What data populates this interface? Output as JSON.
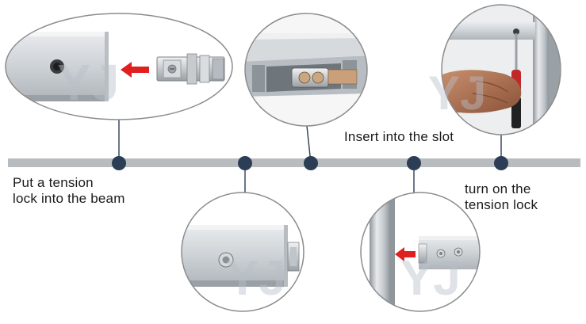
{
  "steps": [
    {
      "caption_line1": "Put a tension",
      "caption_line2": "lock into the beam"
    },
    {
      "caption_line1": "Insert into the slot",
      "caption_line2": ""
    },
    {
      "caption_line1": "turn on the",
      "caption_line2": "tension lock"
    }
  ],
  "watermark": "YJ",
  "colors": {
    "timeline_bar": "#b9bcbe",
    "node_dot": "#2c3e55",
    "connector": "#2c3e55",
    "lens_border": "#8c8c8c",
    "arrow": "#e02020",
    "aluminium": "#cfd4d8",
    "screwdriver_handle": "#c0282a"
  },
  "icons": [
    "tension-lock",
    "aluminium-beam",
    "screwdriver",
    "hand",
    "red-arrow"
  ]
}
